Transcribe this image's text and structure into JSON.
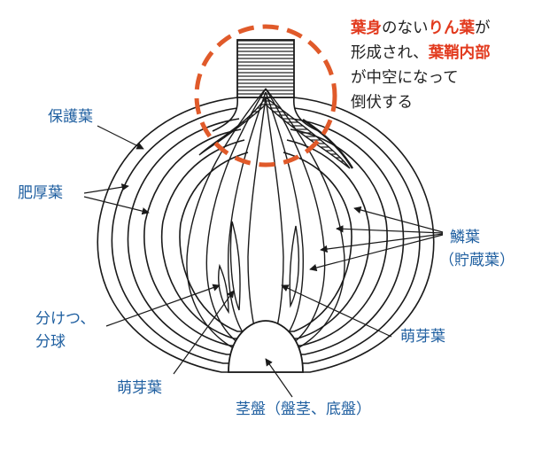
{
  "colors": {
    "label_text": "#1f5fa0",
    "note_text": "#222222",
    "note_highlight": "#e23a1e",
    "callout_circle": "#e05a2a",
    "line": "#1a1a1a"
  },
  "note": {
    "line1": {
      "hl1": "葉身",
      "t1": "のない",
      "hl2": "りん葉",
      "t2": "が"
    },
    "line2": {
      "t1": "形成され、",
      "hl1": "葉鞘内部"
    },
    "line3": {
      "t1": "が中空になって"
    },
    "line4": {
      "t1": "倒伏する"
    }
  },
  "labels": {
    "hogoyo": "保護葉",
    "hikouyo": "肥厚葉",
    "rinyo": "鱗葉",
    "rinyo_sub": "（貯蔵葉）",
    "bunketsu_1": "分けつ、",
    "bunketsu_2": "分球",
    "hougayo_right": "萌芽葉",
    "hougayo_left": "萌芽葉",
    "keiban": "茎盤（盤茎、底盤）"
  }
}
